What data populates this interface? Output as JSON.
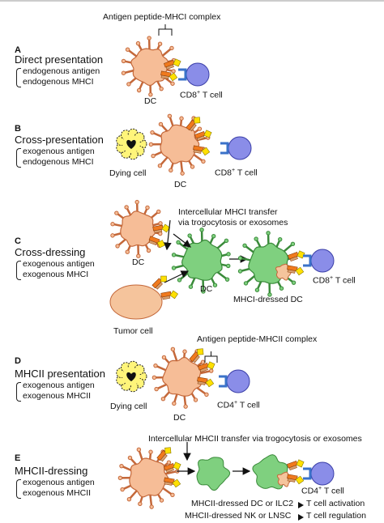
{
  "colors": {
    "dc_fill": "#f6bd97",
    "dc_stroke": "#c4683a",
    "receptor": "#f07a1e",
    "antigen": "#ffe000",
    "tcell": "#8a8de8",
    "mhc_dressed": "#7fd07f",
    "tumor": "#f5c49c"
  },
  "panels": [
    {
      "letter": "A",
      "title": "Direct presentation",
      "details": [
        "endogenous antigen",
        "endogenous MHCI"
      ],
      "labels": {
        "complex": "Antigen peptide-MHCI complex",
        "dc": "DC",
        "tcell_main": "CD8",
        "tcell_sup": "+",
        "tcell_rest": " T cell"
      }
    },
    {
      "letter": "B",
      "title": "Cross-presentation",
      "details": [
        "exogenous antigen",
        "endogenous MHCI"
      ],
      "labels": {
        "dying": "Dying cell",
        "dc": "DC",
        "tcell_main": "CD8",
        "tcell_sup": "+",
        "tcell_rest": " T cell"
      }
    },
    {
      "letter": "C",
      "title": "Cross-dressing",
      "details": [
        "exogenous antigen",
        "exogenous MHCI"
      ],
      "labels": {
        "transfer_1": "Intercellular MHCI transfer",
        "transfer_2": "via trogocytosis or exosomes",
        "dc_left": "DC",
        "dc_mid": "DC",
        "dressed": "MHCI-dressed DC",
        "tumor": "Tumor cell",
        "tcell_main": "CD8",
        "tcell_sup": "+",
        "tcell_rest": " T cell"
      }
    },
    {
      "letter": "D",
      "title": "MHCII presentation",
      "details": [
        "exogenous antigen",
        "exogenous MHCII"
      ],
      "labels": {
        "complex": "Antigen peptide-MHCII complex",
        "dying": "Dying cell",
        "dc": "DC",
        "tcell_main": "CD4",
        "tcell_sup": "+",
        "tcell_rest": " T cell"
      }
    },
    {
      "letter": "E",
      "title": "MHCII-dressing",
      "details": [
        "exogenous antigen",
        "exogenous MHCII"
      ],
      "labels": {
        "transfer": "Intercellular MHCII transfer via trogocytosis or exosomes",
        "tcell_main": "CD4",
        "tcell_sup": "+",
        "tcell_rest": " T cell",
        "result_1_left": "MHCII-dressed DC or ILC2",
        "result_1_right": "T cell activation",
        "result_2_left": "MHCII-dressed NK or LNSC",
        "result_2_right": "T cell regulation"
      }
    }
  ]
}
